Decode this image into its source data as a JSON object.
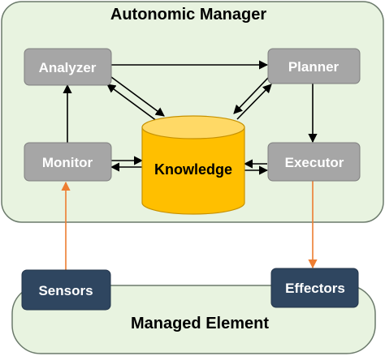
{
  "autonomic_manager": {
    "title": "Autonomic Manager"
  },
  "nodes": {
    "analyzer": "Analyzer",
    "planner": "Planner",
    "monitor": "Monitor",
    "executor": "Executor",
    "knowledge": "Knowledge",
    "sensors": "Sensors",
    "effectors": "Effectors"
  },
  "managed_element": {
    "title": "Managed Element"
  },
  "colors": {
    "container_fill": "#e8f3e0",
    "container_stroke": "#6b7a6b",
    "component_fill": "#a6a6a6",
    "component_stroke": "#7f7f7f",
    "sensor_fill": "#2f4660",
    "knowledge_fill": "#ffbf00",
    "knowledge_top": "#ffd966",
    "knowledge_stroke": "#c79200",
    "black_arrow": "#000000",
    "orange_arrow": "#ed7d31"
  }
}
